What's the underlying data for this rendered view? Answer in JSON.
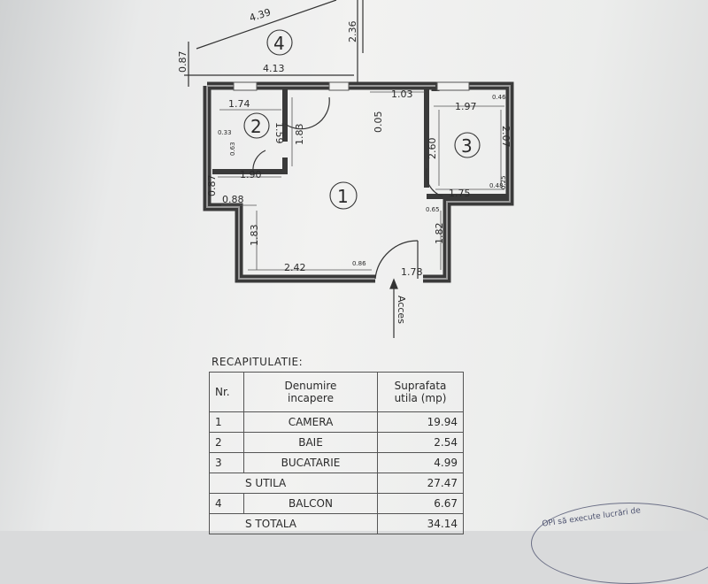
{
  "plan": {
    "rooms": [
      {
        "number": "1"
      },
      {
        "number": "2"
      },
      {
        "number": "3"
      },
      {
        "number": "4"
      }
    ],
    "dimensions": {
      "d_4_39": "4.39",
      "d_2_36": "2.36",
      "d_0_87_top": "0.87",
      "d_4_13": "4.13",
      "d_1_74": "1.74",
      "d_1_59": "1.59",
      "d_1_83_top": "1.83",
      "d_0_33": "0.33",
      "d_0_63": "0.63",
      "d_1_90": "1.90",
      "d_0_87_left": "0.87",
      "d_0_88": "0.88",
      "d_0_05": "0.05",
      "d_1_03": "1.03",
      "d_1_97": "1.97",
      "d_0_46": "0.46",
      "d_2_60": "2.60",
      "d_2_07": "2.07",
      "d_1_75": "1.75",
      "d_0_48": "0.48",
      "d_0_25": "0.25",
      "d_0_65": "0.65",
      "d_1_83_bottom": "1.83",
      "d_1_82": "1.82",
      "d_2_42": "2.42",
      "d_0_86": "0.86",
      "d_1_78": "1.78"
    },
    "access_label": "Acces"
  },
  "recap": {
    "title": "RECAPITULATIE:",
    "headers": {
      "nr": "Nr.",
      "name_line1": "Denumire",
      "name_line2": "incapere",
      "area_line1": "Suprafata",
      "area_line2": "utila (mp)"
    },
    "rows": [
      {
        "nr": "1",
        "name": "CAMERA",
        "area": "19.94"
      },
      {
        "nr": "2",
        "name": "BAIE",
        "area": "2.54"
      },
      {
        "nr": "3",
        "name": "BUCATARIE",
        "area": "4.99"
      }
    ],
    "subtotal": {
      "name": "S UTILA",
      "area": "27.47"
    },
    "balcon": {
      "nr": "4",
      "name": "BALCON",
      "area": "6.67"
    },
    "total": {
      "name": "S TOTALA",
      "area": "34.14"
    }
  },
  "stamp": {
    "text": "OPI să execute lucrări de"
  }
}
